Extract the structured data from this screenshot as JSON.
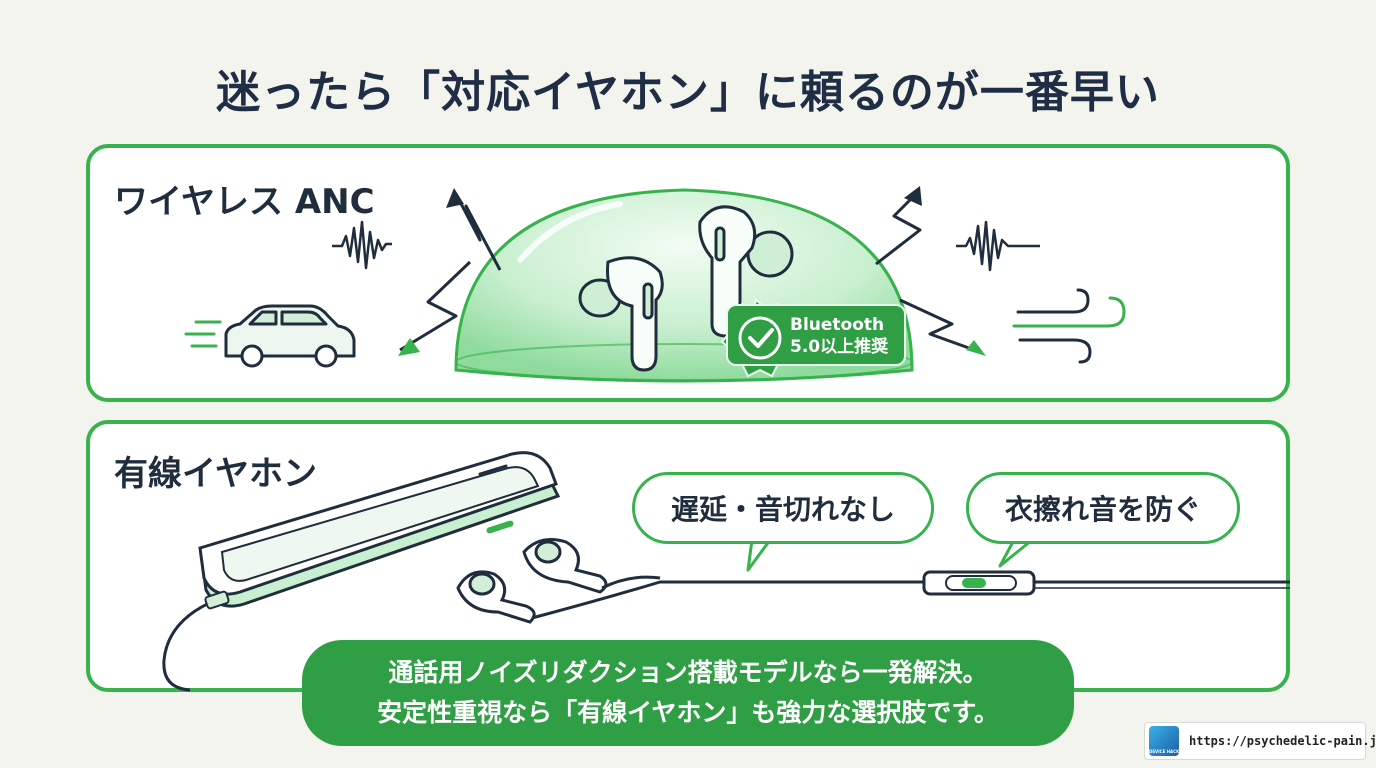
{
  "title": "迷ったら「対応イヤホン」に頼るのが一番早い",
  "wireless": {
    "label": "ワイヤレス ANC",
    "badge_line1": "Bluetooth",
    "badge_line2": "5.0以上推奨"
  },
  "wired": {
    "label": "有線イヤホン",
    "bubble_latency": "遅延・音切れなし",
    "bubble_friction": "衣擦れ音を防ぐ"
  },
  "callout": {
    "line1": "通話用ノイズリダクション搭載モデルなら一発解決。",
    "line2": "安定性重視なら「有線イヤホン」も強力な選択肢です。"
  },
  "footer": {
    "url": "https://psychedelic-pain.jp/",
    "logo_text": "DEVICE HACK"
  },
  "colors": {
    "accent": "#37b24d",
    "accent_dark": "#2f9e44",
    "navy": "#1f2d45",
    "background": "#f4f4ee"
  },
  "icons": [
    "car-icon",
    "wind-icon",
    "sound-wave-icon",
    "noise-arrow-icon",
    "check-badge-icon",
    "earbud-icon",
    "smartphone-icon",
    "wired-earphones-icon",
    "inline-remote-icon"
  ]
}
